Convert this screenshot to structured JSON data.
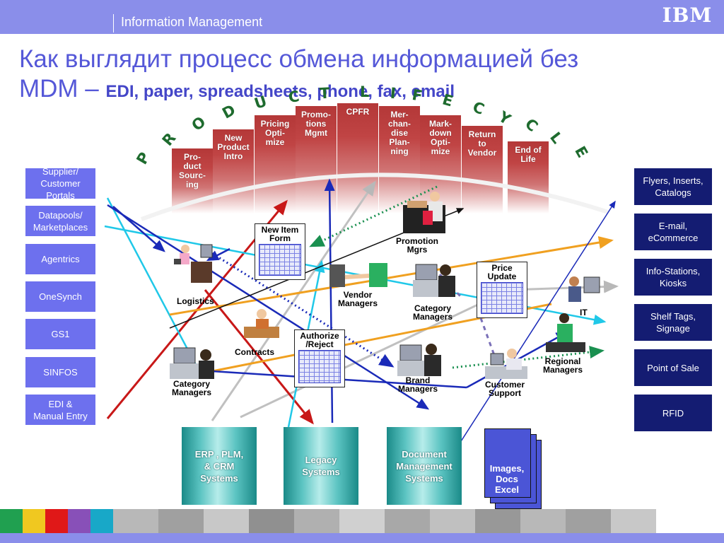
{
  "header": {
    "title": "Information Management",
    "logo": "IBM"
  },
  "slide": {
    "title_line1": "Как выглядит процесс обмена информацией  без",
    "title_line2_prefix": "MDM – ",
    "title_line2_sub": "EDI, paper, spreadsheets, phone, fax, email"
  },
  "lifecycle": {
    "letters": [
      "P",
      "R",
      "O",
      "D",
      "U",
      "C",
      "T",
      "L",
      "I",
      "F",
      "E",
      "C",
      "Y",
      "C",
      "L",
      "E"
    ],
    "stages": [
      "Pro-\nduct\nSourc-\ning",
      "New\nProduct\nIntro",
      "Pricing\nOpti-\nmize",
      "Promo-\ntions\nMgmt",
      "CPFR",
      "Mer-\nchan-\ndise\nPlan-\nning",
      "Mark-\ndown\nOpti-\nmize",
      "Return\nto\nVendor",
      "End of\nLife"
    ]
  },
  "left_sources": [
    "Supplier/\nCustomer\nPortals",
    "Datapools/\nMarketplaces",
    "Agentrics",
    "OneSynch",
    "GS1",
    "SINFOS",
    "EDI &\nManual Entry"
  ],
  "right_channels": [
    "Flyers, Inserts,\nCatalogs",
    "E-mail,\neCommerce",
    "Info-Stations,\nKiosks",
    "Shelf Tags,\nSignage",
    "Point of Sale",
    "RFID"
  ],
  "actors": {
    "logistics": "Logistics",
    "contracts": "Contracts",
    "category_managers_left": "Category\nManagers",
    "vendor_managers": "Vendor\nManagers",
    "promotion_mgrs": "Promotion\nMgrs",
    "category_managers_mid": "Category\nManagers",
    "brand_managers": "Brand\nManagers",
    "customer_support": "Customer\nSupport",
    "regional_managers": "Regional\nManagers",
    "it": "IT"
  },
  "forms": {
    "new_item": "New Item\nForm",
    "authorize": "Authorize\n/Reject",
    "price_update": "Price\nUpdate"
  },
  "systems": {
    "erp": "ERP , PLM,\n& CRM\nSystems",
    "legacy": "Legacy\nSystems",
    "document": "Document\nManagement\nSystems",
    "images": "Images,\nDocs\nExcel"
  },
  "colors": {
    "header": "#8a8eea",
    "title": "#5558d8",
    "left_box": "#6d70ee",
    "right_box": "#141c72",
    "lifecycle_bar": "#b43838",
    "lifecycle_letters": "#1e6b2e",
    "system_teal": "#1a8a88"
  }
}
